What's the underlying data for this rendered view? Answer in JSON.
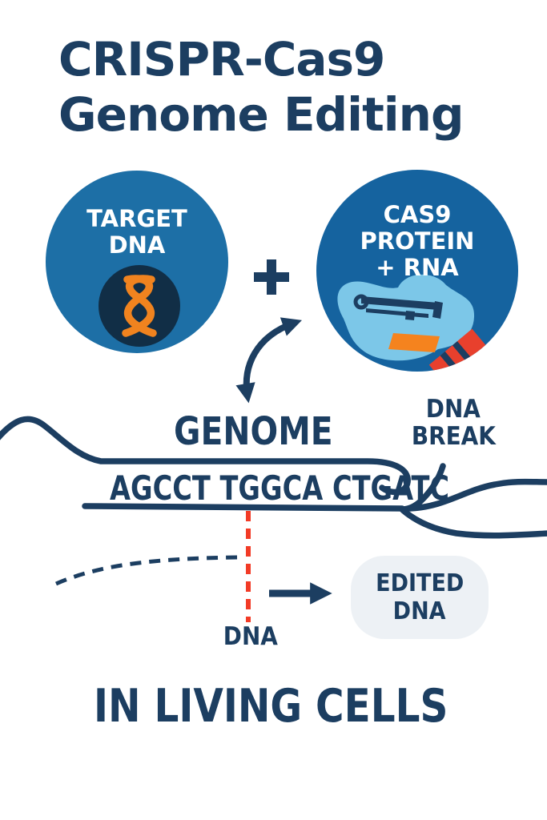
{
  "title": {
    "line1": "CRISPR-Cas9",
    "line2": "Genome Editing"
  },
  "target_dna": {
    "line1": "TARGET",
    "line2": "DNA"
  },
  "cas9": {
    "line1": "CAS9",
    "line2": "PROTEIN",
    "line3": "+ RNA"
  },
  "labels": {
    "genome": "GENOME",
    "dna_break_line1": "DNA",
    "dna_break_line2": "BREAK",
    "sequence": "AGCCT TGGCA CTGATC",
    "edited_line1": "EDITED",
    "edited_line2": "DNA",
    "dna_cut": "DNA",
    "footer": "IN LIVING CELLS"
  },
  "icons": {
    "plus_icon": "plus",
    "dna_helix_icon": "orange double helix",
    "cas9_protein_icon": "cas9 protein with guide RNA",
    "curved_arrow_icon": "double-headed curved arrow",
    "edited_arrow_icon": "right arrow",
    "dna_strand_graphic": "genome strand with break",
    "cut_line_icon": "red dashed cut line",
    "repair_line_icon": "navy dashed repair curve"
  },
  "colors": {
    "navy": "#1c3e61",
    "circle-blue": "#1d6fa6",
    "cas9-blue": "#15639f",
    "dark-circle": "#112e46",
    "helix-orange": "#f0831f",
    "protein-blue": "#7cc7e8",
    "protein-orange": "#f5831e",
    "band-red": "#e8402d",
    "cut-red": "#f23b26",
    "edited-box-bg": "#edf1f5"
  }
}
